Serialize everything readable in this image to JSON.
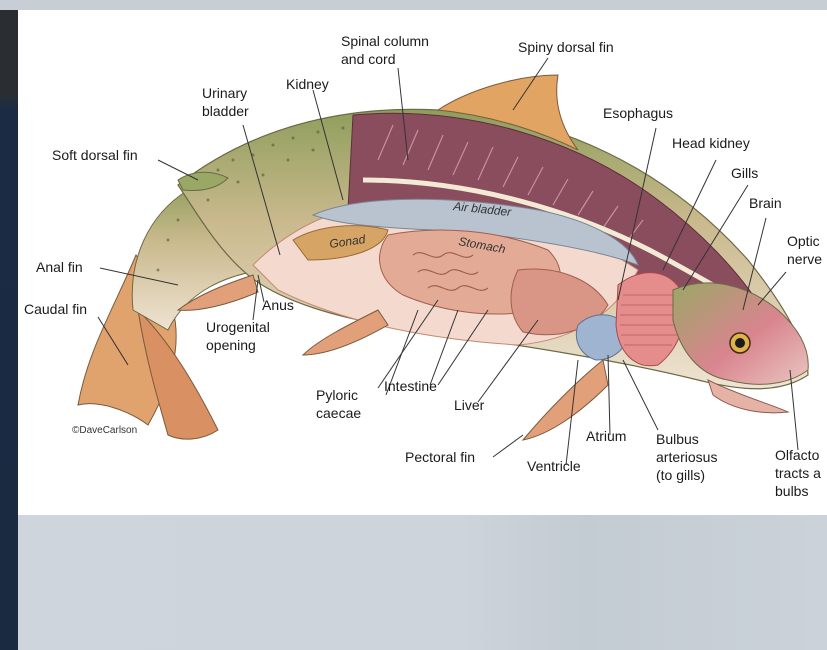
{
  "labels": {
    "spinal": [
      "Spinal column",
      "and cord"
    ],
    "spiny_dorsal": "Spiny dorsal fin",
    "kidney": "Kidney",
    "urinary": [
      "Urinary",
      "bladder"
    ],
    "soft_dorsal": "Soft dorsal fin",
    "esophagus": "Esophagus",
    "head_kidney": "Head kidney",
    "gills": "Gills",
    "brain": "Brain",
    "optic": [
      "Optic",
      "nerve"
    ],
    "anal_fin": "Anal fin",
    "caudal_fin": "Caudal fin",
    "anus": "Anus",
    "urogenital": [
      "Urogenital",
      "opening"
    ],
    "pyloric": [
      "Pyloric",
      "caecae"
    ],
    "intestine": "Intestine",
    "liver": "Liver",
    "pectoral": "Pectoral fin",
    "ventricle": "Ventricle",
    "atrium": "Atrium",
    "bulbus": [
      "Bulbus",
      "arteriosus",
      "(to gills)"
    ],
    "olfactory": [
      "Olfacto",
      "tracts a",
      "bulbs"
    ],
    "air_bladder": "Air bladder",
    "stomach": "Stomach",
    "gonad": "Gonad",
    "credit": "©DaveCarlson"
  },
  "colors": {
    "body_green": "#9aa866",
    "flesh": "#8a4d5e",
    "air_bladder": "#b9c3cf",
    "gonad": "#d6a465",
    "stomach": "#e3aa95",
    "fin": "#e2a07a"
  }
}
